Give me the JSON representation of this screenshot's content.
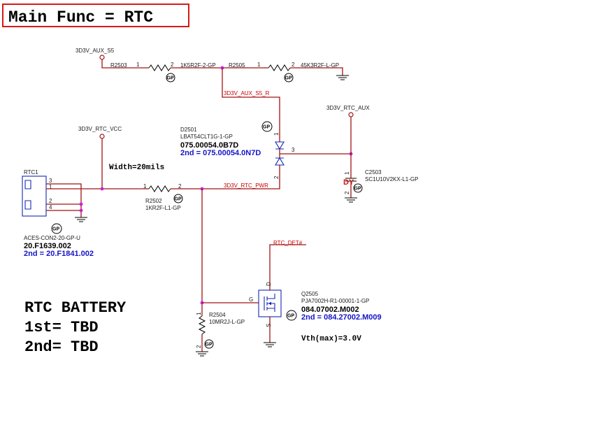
{
  "title": "Main Func = RTC",
  "power_nets": {
    "aux_s5": "3D3V_AUX_S5",
    "rtc_vcc": "3D3V_RTC_VCC",
    "rtc_aux": "3D3V_RTC_AUX",
    "aux_s5_r": "3D3V_AUX_S5_R",
    "rtc_pwr": "3D3V_RTC_PWR",
    "rtc_det": "RTC_DET#"
  },
  "width_note": "Width=20mils",
  "resistors": {
    "r2503": {
      "ref": "R2503",
      "part": "1K5R2F-2-GP"
    },
    "r2505": {
      "ref": "R2505",
      "part": "45K3R2F-L-GP"
    },
    "r2502": {
      "ref": "R2502",
      "part": "1KR2F-L1-GP"
    },
    "r2504": {
      "ref": "R2504",
      "part": "10MR2J-L-GP"
    }
  },
  "diode": {
    "ref": "D2501",
    "part": "LBAT54CLT1G-1-GP",
    "pn": "075.00054.0B7D",
    "second": "2nd = 075.00054.0N7D"
  },
  "capacitor": {
    "ref": "C2503",
    "part": "SC1U10V2KX-L1-GP",
    "dy": "DY"
  },
  "connector": {
    "ref": "RTC1",
    "part": "ACES-CON2-20-GP-U",
    "pn": "20.F1639.002",
    "second": "2nd = 20.F1841.002",
    "pins": [
      "3",
      "1",
      "2",
      "4"
    ]
  },
  "mosfet": {
    "ref": "Q2505",
    "part": "PJA7002H-R1-00001-1-GP",
    "pn": "084.07002.M002",
    "second": "2nd = 084.27002.M009",
    "vth": "Vth(max)=3.0V",
    "pins": {
      "g": "G",
      "d": "D",
      "s": "S"
    }
  },
  "pin_labels": {
    "one": "1",
    "two": "2",
    "three": "3"
  },
  "gp_mark": "GP",
  "battery_note": [
    "RTC BATTERY",
    "1st= TBD",
    "2nd= TBD"
  ]
}
